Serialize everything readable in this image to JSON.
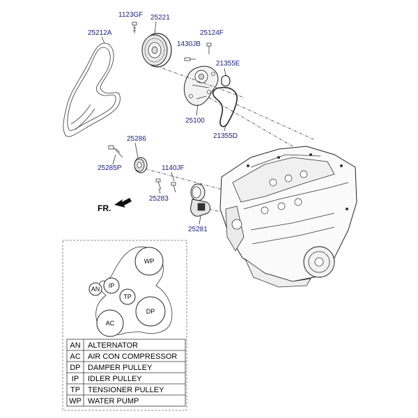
{
  "part_numbers": {
    "belt": "25212A",
    "bolt_top": "1123GF",
    "pulley_wp": "25221",
    "stud": "1430JB",
    "bolt_right": "25124F",
    "gasket_small": "21355E",
    "water_pump": "25100",
    "gasket_large": "21355D",
    "idler": "25286",
    "idler_bolt": "25285P",
    "tens_bolt_label": "1140JF",
    "tens_bolt": "25283",
    "tensioner": "25281"
  },
  "front_marker": "FR.",
  "pulleys": {
    "wp": "WP",
    "an": "AN",
    "ip": "IP",
    "tp": "TP",
    "ac": "AC",
    "dp": "DP"
  },
  "legend": [
    {
      "code": "AN",
      "name": "ALTERNATOR"
    },
    {
      "code": "AC",
      "name": "AIR CON COMPRESSOR"
    },
    {
      "code": "DP",
      "name": "DAMPER PULLEY"
    },
    {
      "code": "IP",
      "name": "IDLER PULLEY"
    },
    {
      "code": "TP",
      "name": "TENSIONER PULLEY"
    },
    {
      "code": "WP",
      "name": "WATER PUMP"
    }
  ],
  "colors": {
    "part_number": "#1a237e",
    "line": "#333333"
  }
}
